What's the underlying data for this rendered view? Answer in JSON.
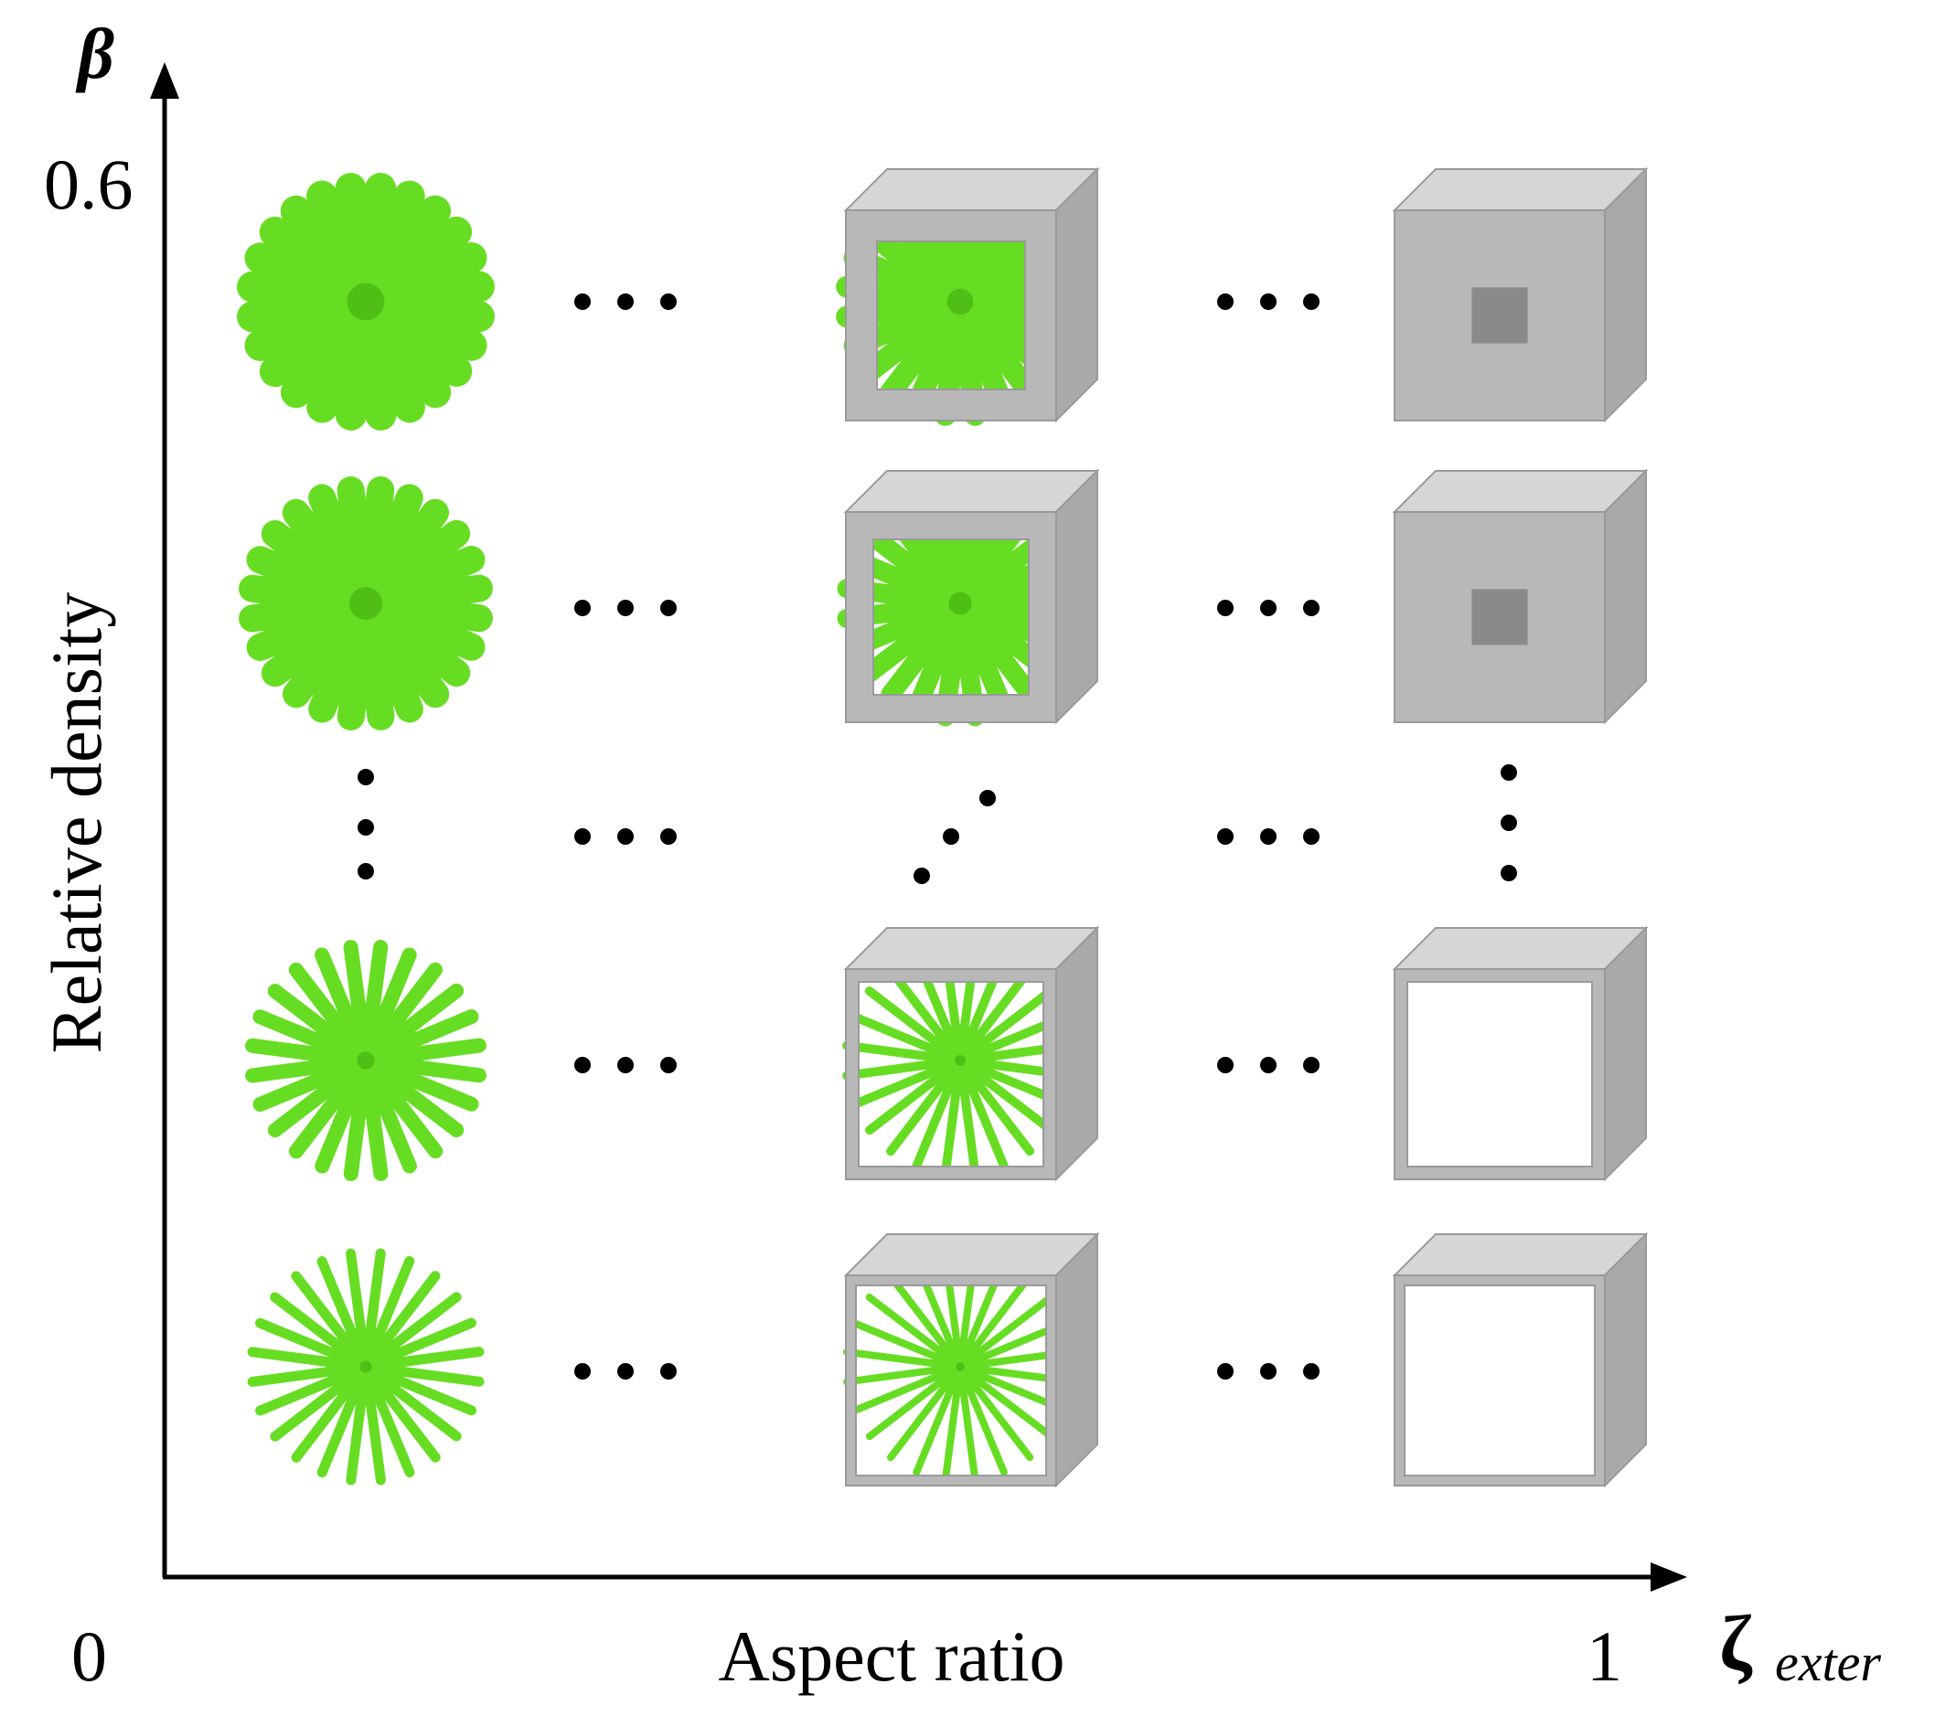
{
  "axes": {
    "y_symbol": "β",
    "y_tick_top": "0.6",
    "y_label": "Relative density",
    "x_origin": "0",
    "x_tick_end": "1",
    "x_label": "Aspect ratio",
    "x_symbol_main": "ζ",
    "x_symbol_sub": "exter"
  },
  "colors": {
    "strut_green": "#66dd22",
    "frame_gray": "#b8b8b8",
    "axis": "#000000"
  },
  "grid": {
    "rows": 4,
    "columns": [
      "green-strut-lattice",
      "hybrid-frame-with-struts",
      "gray-frame"
    ],
    "row_relative_density_levels": [
      "high",
      "high",
      "low",
      "lowest"
    ]
  }
}
